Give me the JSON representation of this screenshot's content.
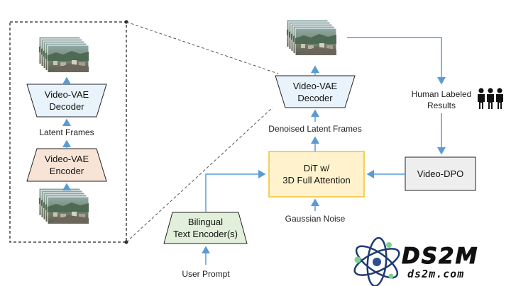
{
  "left_panel": {
    "decoder_label": "Video-VAE\nDecoder",
    "latent_frames_label": "Latent Frames",
    "encoder_label": "Video-VAE\nEncoder"
  },
  "main": {
    "decoder_label": "Video-VAE\nDecoder",
    "denoised_label": "Denoised Latent Frames",
    "dit_label": "DiT w/\n3D Full Attention",
    "gaussian_noise_label": "Gaussian Noise",
    "text_encoder_label": "Bilingual\nText Encoder(s)",
    "user_prompt_label": "User Prompt",
    "video_dpo_label": "Video-DPO",
    "human_labeled_label": "Human Labeled\nResults"
  },
  "logo": {
    "text": "DS2M",
    "subtext": "ds2m.com"
  },
  "colors": {
    "arrow": "#5b9bd5",
    "decoder_fill": "#e9f3fb",
    "encoder_fill": "#f8e4d6",
    "dit_fill": "#fff2cc",
    "dit_border": "#f1c232",
    "text_encoder_fill": "#e2efda",
    "dpo_fill": "#eeeeee"
  },
  "icons": [
    "video-frames-icon",
    "people-icon",
    "atom-logo-icon"
  ]
}
